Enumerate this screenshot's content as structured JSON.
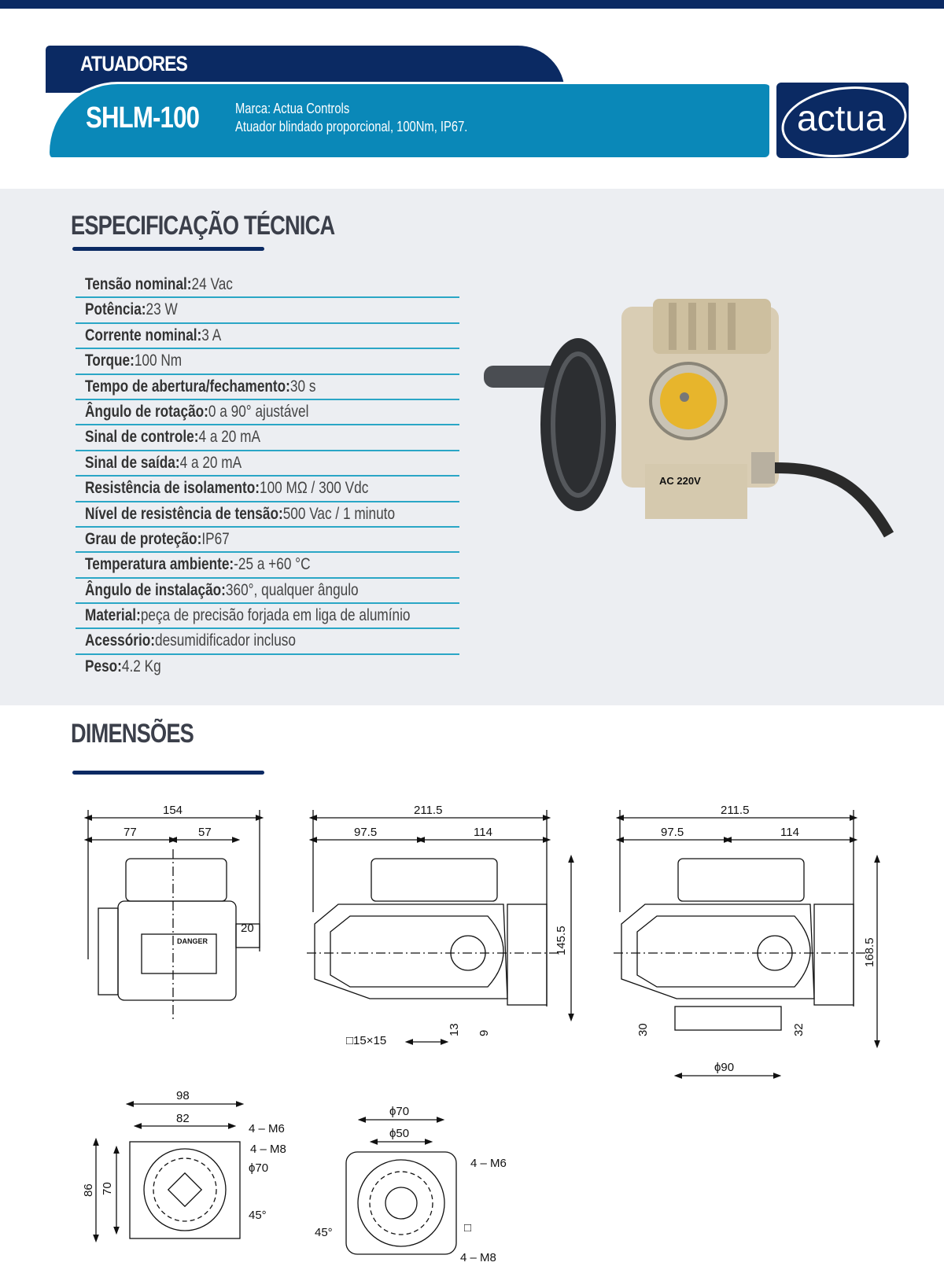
{
  "header": {
    "category": "ATUADORES",
    "model": "SHLM-100",
    "brand_line": "Marca: Actua Controls",
    "description": "Atuador blindado proporcional, 100Nm, IP67.",
    "logo_text": "actua"
  },
  "specs": {
    "title": "ESPECIFICAÇÃO TÉCNICA",
    "items": [
      {
        "label": "Tensão nominal:",
        "value": "24 Vac"
      },
      {
        "label": "Potência:",
        "value": "23 W"
      },
      {
        "label": "Corrente nominal:",
        "value": "3 A"
      },
      {
        "label": "Torque:",
        "value": "100 Nm"
      },
      {
        "label": "Tempo de abertura/fechamento:",
        "value": "30 s"
      },
      {
        "label": "Ângulo de rotação:",
        "value": "0 a 90° ajustável"
      },
      {
        "label": "Sinal de controle:",
        "value": "4 a 20 mA"
      },
      {
        "label": "Sinal de saída:",
        "value": "4 a 20 mA"
      },
      {
        "label": "Resistência de isolamento:",
        "value": "100 MΩ / 300 Vdc"
      },
      {
        "label": "Nível de resistência de tensão:",
        "value": "500 Vac / 1 minuto"
      },
      {
        "label": "Grau de proteção:",
        "value": "IP67"
      },
      {
        "label": "Temperatura ambiente:",
        "value": "-25 a +60 °C"
      },
      {
        "label": "Ângulo de instalação:",
        "value": "360°, qualquer ângulo"
      },
      {
        "label": "Material:",
        "value": "peça de precisão forjada em liga de alumínio"
      },
      {
        "label": "Acessório:",
        "value": "desumidificador incluso"
      },
      {
        "label": "Peso:",
        "value": "4.2 Kg"
      }
    ]
  },
  "photo": {
    "plate": "AC 220V"
  },
  "dimensions": {
    "title": "DIMENSÕES",
    "front": {
      "total": "154",
      "left": "77",
      "right": "57",
      "side": "20",
      "warning": "DANGER"
    },
    "side1": {
      "total": "211.5",
      "left": "97.5",
      "right": "114",
      "height": "145.5",
      "square": "□15×15",
      "d13": "13",
      "d9": "9"
    },
    "side2": {
      "total": "211.5",
      "left": "97.5",
      "right": "114",
      "height": "168.5",
      "d30": "30",
      "d32": "32",
      "dia": "ϕ90"
    },
    "base1": {
      "w98": "98",
      "w82": "82",
      "m6": "4 – M6",
      "m8": "4 – M8",
      "dia": "ϕ70",
      "h86": "86",
      "h70": "70",
      "angle": "45°"
    },
    "base2": {
      "d70": "ϕ70",
      "d50": "ϕ50",
      "m6": "4 – M6",
      "m8": "4 – M8",
      "angle": "45°",
      "sq": "□"
    }
  }
}
